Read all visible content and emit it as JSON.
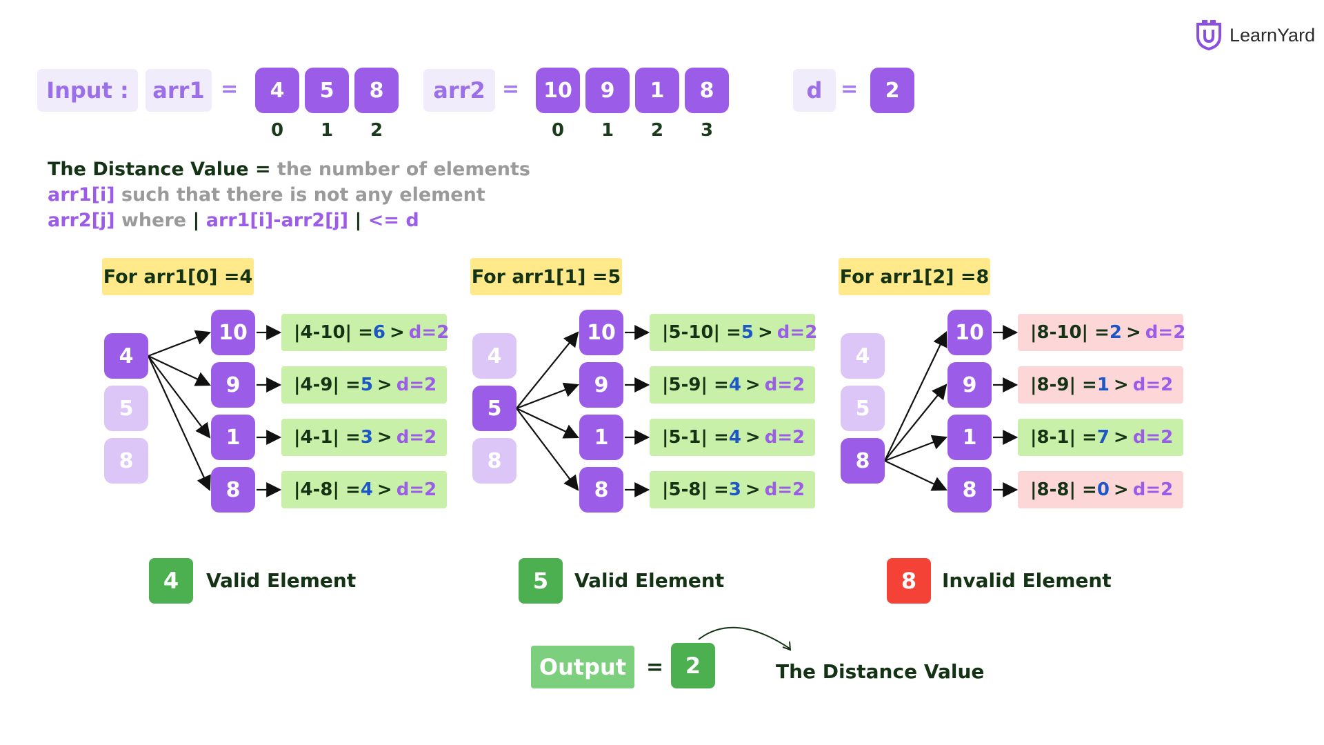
{
  "brand": {
    "name": "LearnYard"
  },
  "input": {
    "label": "Input :",
    "arr1_label": "arr1",
    "arr2_label": "arr2",
    "d_label": "d",
    "equals": "=",
    "arr1": [
      "4",
      "5",
      "8"
    ],
    "arr1_idx": [
      "0",
      "1",
      "2"
    ],
    "arr2": [
      "10",
      "9",
      "1",
      "8"
    ],
    "arr2_idx": [
      "0",
      "1",
      "2",
      "3"
    ],
    "d": "2"
  },
  "definition": {
    "line1_a": "The Distance Value = ",
    "line1_b": "the number of elements",
    "line2_a": "arr1[i]",
    "line2_b": " such that there is not any element",
    "line3_a": "arr2[j]",
    "line3_b": " where ",
    "line3_c": "| ",
    "line3_d": "arr1[i]-arr2[j]",
    "line3_e": " | ",
    "line3_f": "<= d"
  },
  "groups": [
    {
      "title": "For arr1[0] =4",
      "sources": [
        "4",
        "5",
        "8"
      ],
      "active": 0,
      "targets": [
        "10",
        "9",
        "1",
        "8"
      ],
      "results": [
        {
          "expr": "|4-10| = ",
          "val": "6",
          "gt": ">",
          "cmp": "d=2",
          "ok": true
        },
        {
          "expr": "|4-9| = ",
          "val": "5",
          "gt": ">",
          "cmp": "d=2",
          "ok": true
        },
        {
          "expr": "|4-1| = ",
          "val": "3",
          "gt": ">",
          "cmp": "d=2",
          "ok": true
        },
        {
          "expr": "|4-8| = ",
          "val": "4",
          "gt": ">",
          "cmp": "d=2",
          "ok": true
        }
      ]
    },
    {
      "title": "For arr1[1] =5",
      "sources": [
        "4",
        "5",
        "8"
      ],
      "active": 1,
      "targets": [
        "10",
        "9",
        "1",
        "8"
      ],
      "results": [
        {
          "expr": "|5-10| = ",
          "val": "5",
          "gt": ">",
          "cmp": "d=2",
          "ok": true
        },
        {
          "expr": "|5-9| = ",
          "val": "4",
          "gt": ">",
          "cmp": "d=2",
          "ok": true
        },
        {
          "expr": "|5-1| = ",
          "val": "4",
          "gt": ">",
          "cmp": "d=2",
          "ok": true
        },
        {
          "expr": "|5-8| = ",
          "val": "3",
          "gt": ">",
          "cmp": "d=2",
          "ok": true
        }
      ]
    },
    {
      "title": "For arr1[2] =8",
      "sources": [
        "4",
        "5",
        "8"
      ],
      "active": 2,
      "targets": [
        "10",
        "9",
        "1",
        "8"
      ],
      "results": [
        {
          "expr": "|8-10| = ",
          "val": "2",
          "gt": ">",
          "cmp": "d=2",
          "ok": false
        },
        {
          "expr": "|8-9| = ",
          "val": "1",
          "gt": ">",
          "cmp": "d=2",
          "ok": false
        },
        {
          "expr": "|8-1| = ",
          "val": "7",
          "gt": ">",
          "cmp": "d=2",
          "ok": true
        },
        {
          "expr": "|8-8| = ",
          "val": "0",
          "gt": ">",
          "cmp": "d=2",
          "ok": false
        }
      ]
    }
  ],
  "legend": [
    {
      "value": "4",
      "label": "Valid Element",
      "color": "#4caf50"
    },
    {
      "value": "5",
      "label": "Valid Element",
      "color": "#4caf50"
    },
    {
      "value": "8",
      "label": "Invalid Element",
      "color": "#f44336"
    }
  ],
  "output": {
    "label": "Output",
    "equals": "=",
    "value": "2",
    "caption": "The Distance Value",
    "label_color": "#7ccf7c",
    "value_color": "#4caf50"
  },
  "colors": {
    "purple": "#9b5ce8",
    "faded_purple": "#dcc6f7",
    "valid_bg": "#c8f0a8",
    "invalid_bg": "#fdd7d7",
    "header_bg": "#ffe98a"
  }
}
